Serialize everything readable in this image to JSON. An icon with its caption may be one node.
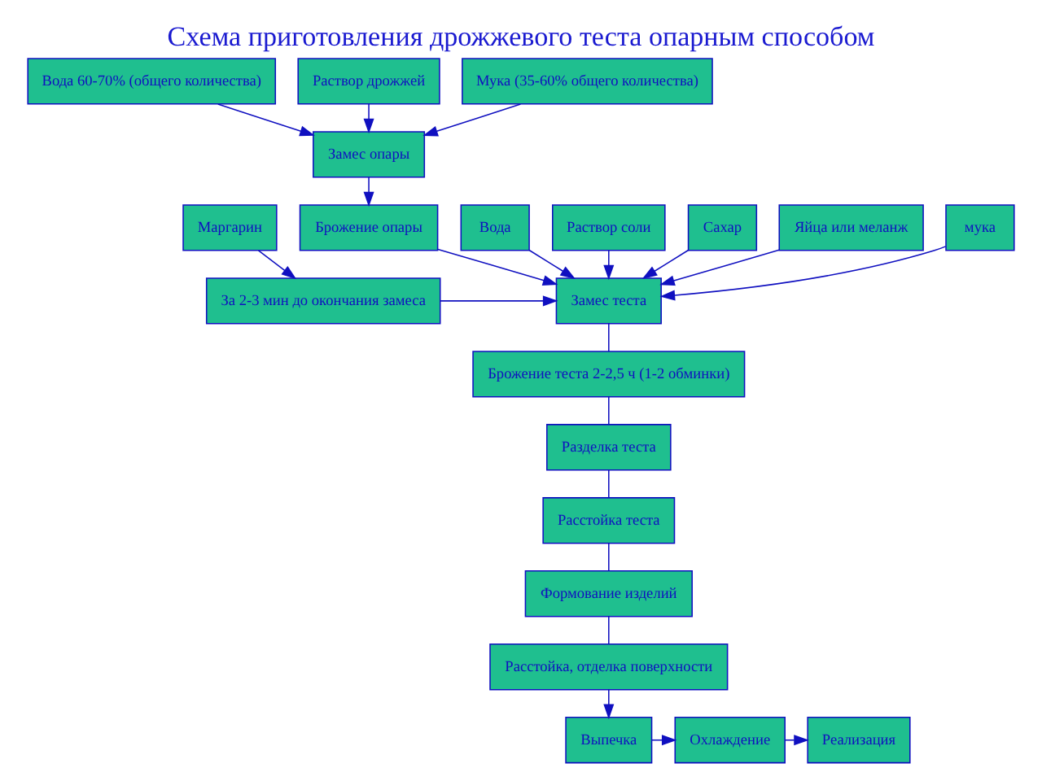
{
  "diagram": {
    "title": "Схема приготовления дрожжевого теста опарным способом",
    "nodes": [
      {
        "text": [
          "Вода 60-70% (общего количества)"
        ]
      },
      {
        "text": [
          "Раствор дрожжей"
        ]
      },
      {
        "text": [
          "Мука (35-60% общего количества)"
        ]
      },
      {
        "text": [
          "Замес опары"
        ]
      },
      {
        "text": [
          "Брожение опары"
        ]
      },
      {
        "text": [
          "Вода"
        ]
      },
      {
        "text": [
          "Раствор соли"
        ]
      },
      {
        "text": [
          "Сахар"
        ]
      },
      {
        "text": [
          "Яйца или меланж"
        ]
      },
      {
        "text": [
          "мука"
        ]
      },
      {
        "text": [
          "Маргарин"
        ]
      },
      {
        "text": [
          "Замес теста"
        ]
      },
      {
        "text": [
          "За 2-3 мин до окончания замеса"
        ]
      },
      {
        "text": [
          "Брожение теста 2-2,5 ч (1-2 обминки)"
        ]
      },
      {
        "text": [
          "Разделка теста"
        ]
      },
      {
        "text": [
          "Расстойка теста"
        ]
      },
      {
        "text": [
          "Формование изделий"
        ]
      },
      {
        "text": [
          "Расстойка, отделка поверхности"
        ]
      },
      {
        "text": [
          "Выпечка"
        ]
      },
      {
        "text": [
          "Охлаждение"
        ]
      },
      {
        "text": [
          "Реализация"
        ]
      }
    ],
    "edges": [
      {
        "from": 0,
        "to": 3,
        "arrow": "to"
      },
      {
        "from": 1,
        "to": 3,
        "arrow": "to"
      },
      {
        "from": 2,
        "to": 3,
        "arrow": "to"
      },
      {
        "from": 3,
        "to": 4,
        "arrow": "to"
      },
      {
        "from": 4,
        "to": 11,
        "arrow": "to"
      },
      {
        "from": 5,
        "to": 11,
        "arrow": "to"
      },
      {
        "from": 6,
        "to": 11,
        "arrow": "to"
      },
      {
        "from": 7,
        "to": 11,
        "arrow": "to"
      },
      {
        "from": 8,
        "to": 11,
        "arrow": "to"
      },
      {
        "from": 9,
        "to": 11,
        "arrow": "to"
      },
      {
        "from": 10,
        "to": 12,
        "arrow": "to"
      },
      {
        "from": 12,
        "to": 11,
        "arrow": "to"
      },
      {
        "from": 11,
        "to": 13,
        "arrow": "none"
      },
      {
        "from": 13,
        "to": 14,
        "arrow": "none"
      },
      {
        "from": 14,
        "to": 15,
        "arrow": "none"
      },
      {
        "from": 15,
        "to": 16,
        "arrow": "none"
      },
      {
        "from": 16,
        "to": 17,
        "arrow": "none"
      },
      {
        "from": 17,
        "to": 18,
        "arrow": "to"
      },
      {
        "from": 18,
        "to": 19,
        "arrow": "to"
      },
      {
        "from": 19,
        "to": 20,
        "arrow": "to"
      }
    ]
  }
}
